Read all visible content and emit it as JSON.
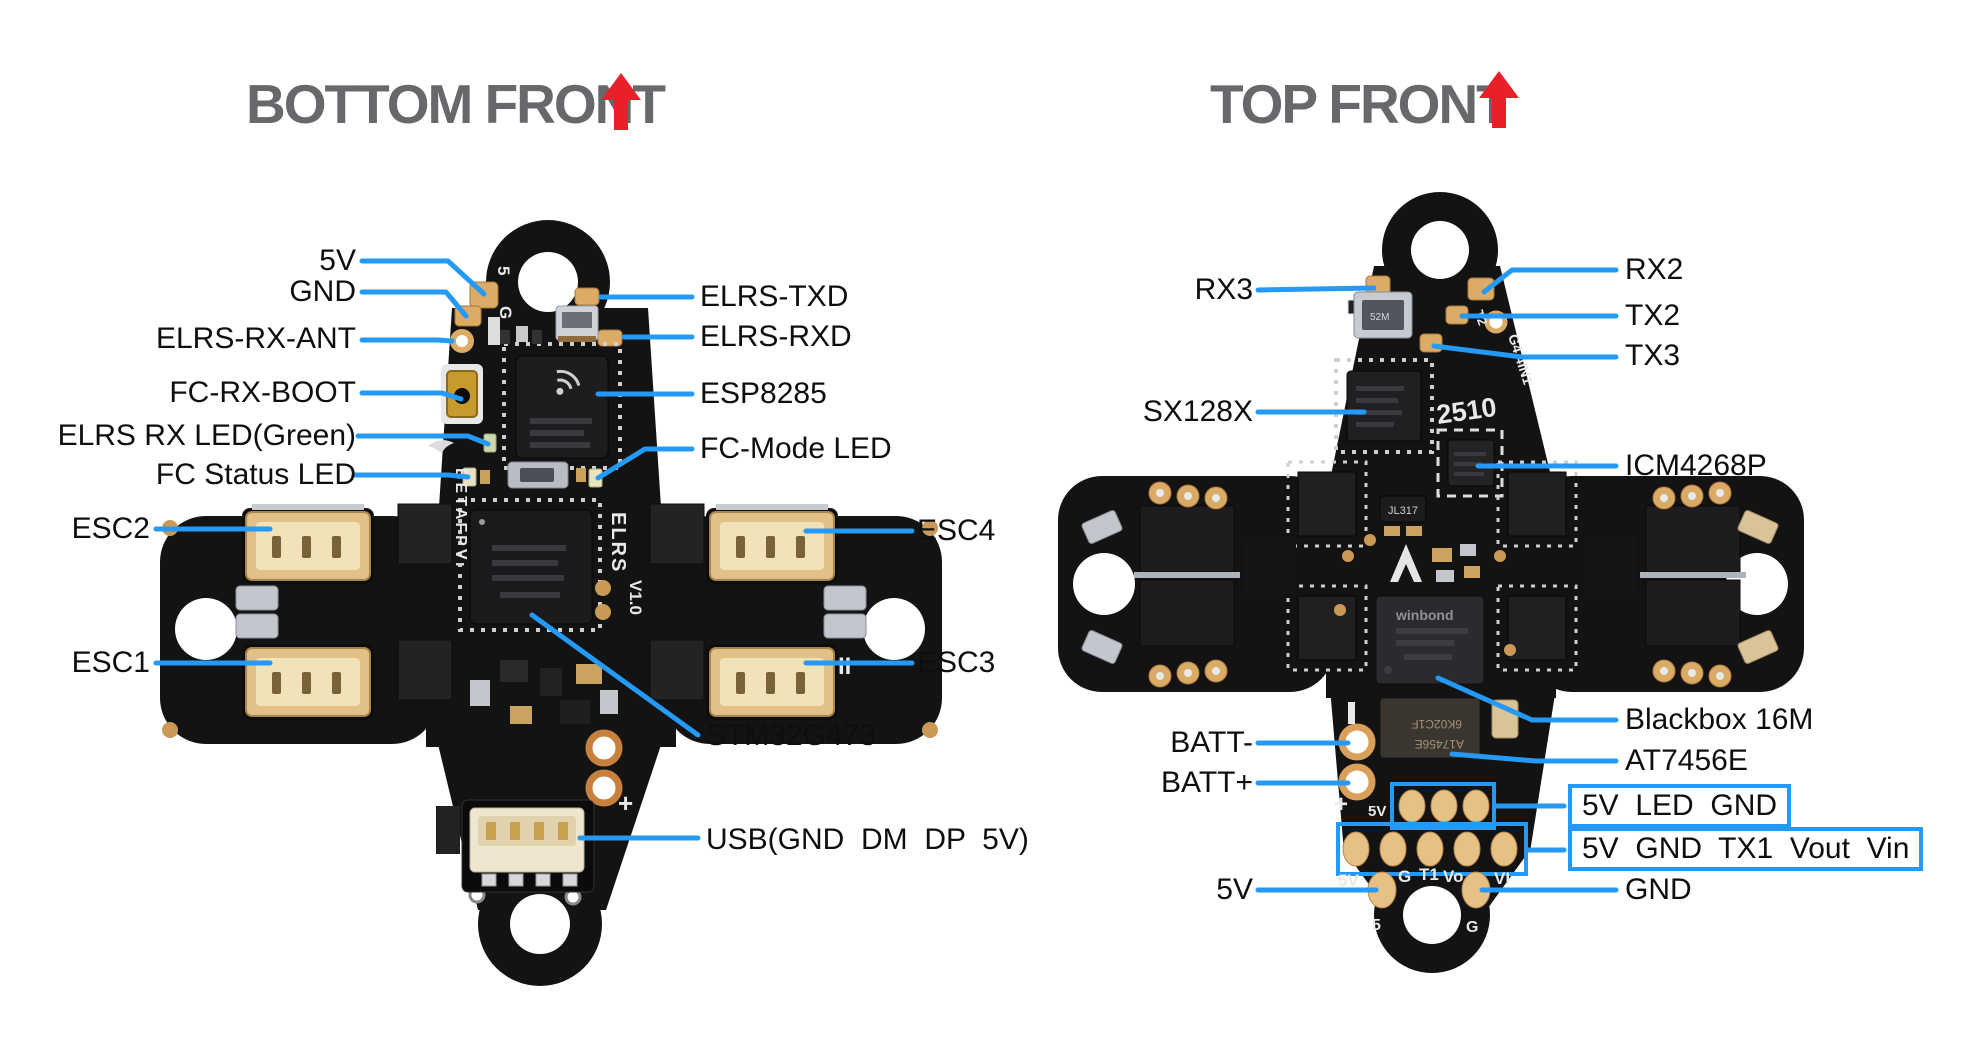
{
  "titles": {
    "bottom": "BOTTOM FRONT",
    "top": "TOP FRONT"
  },
  "colors": {
    "leader": "#2499f5",
    "title": "#66686c",
    "arrow": "#e8202a",
    "pcb": "#131313",
    "gold": "#dcab66"
  },
  "bottom_board": {
    "callouts": {
      "v5": "5V",
      "gnd": "GND",
      "elrs_rx_ant": "ELRS-RX-ANT",
      "fc_rx_boot": "FC-RX-BOOT",
      "elrs_rx_led": "ELRS RX LED(Green)",
      "fc_status_led": "FC Status LED",
      "esc2": "ESC2",
      "esc1": "ESC1",
      "elrs_txd": "ELRS-TXD",
      "elrs_rxd": "ELRS-RXD",
      "esp8285": "ESP8285",
      "fc_mode_led": "FC-Mode LED",
      "esc4": "ESC4",
      "esc3": "ESC3",
      "stm32": "STM32G473",
      "usb": "USB(GND  DM  DP  5V)"
    },
    "silkscreen": {
      "pad_5": "5",
      "pad_g": "G",
      "brand": "BETAFPV:",
      "elrs": "ELRS",
      "version": "V1.0",
      "plus": "+",
      "motor_mark": "II"
    }
  },
  "top_board": {
    "callouts": {
      "rx3": "RX3",
      "sx128x": "SX128X",
      "batt_minus": "BATT-",
      "batt_plus": "BATT+",
      "v5": "5V",
      "rx2": "RX2",
      "tx2": "TX2",
      "tx3": "TX3",
      "icm4268p": "ICM4268P",
      "blackbox": "Blackbox 16M",
      "at7456e": "AT7456E",
      "gnd": "GND"
    },
    "boxed_callouts": {
      "led_pads": "5V  LED  GND",
      "io_pads": "5V  GND  TX1  Vout  Vin"
    },
    "silkscreen": {
      "code": "2510",
      "t2": "T2",
      "g4": "G4 4IN1",
      "winbond": "winbond",
      "osd_line1": "6K02C1F",
      "osd_line2": "A17456E",
      "jl317": "JL317",
      "v5_top": "5V",
      "minus": "-",
      "plus": "+",
      "pads_row": [
        "5V",
        "G",
        "T1",
        "Vo",
        "VI"
      ],
      "pad_5": "5",
      "pad_g": "G",
      "xtal": "52M"
    }
  }
}
